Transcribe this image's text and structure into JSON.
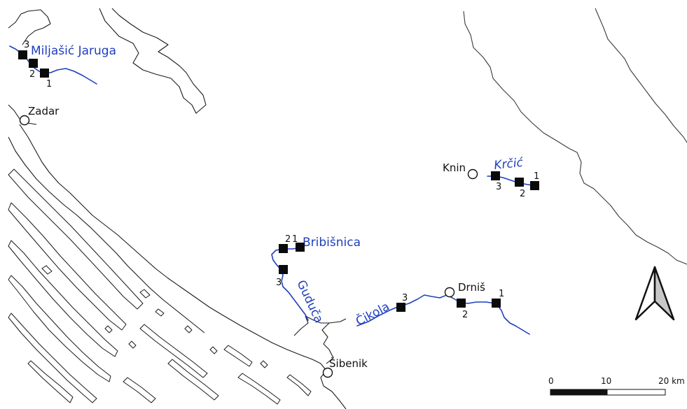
{
  "colors": {
    "river": "#1f3fbf",
    "coast": "#1a1a1a",
    "site_marker": "#0a0a0a",
    "background": "#ffffff"
  },
  "rivers": [
    {
      "id": "miljasic",
      "label": "Miljašić Jaruga",
      "sites": [
        "1",
        "2",
        "3"
      ]
    },
    {
      "id": "krcic",
      "label": "Krčić",
      "sites": [
        "1",
        "2",
        "3"
      ]
    },
    {
      "id": "bribisnica",
      "label": "Bribišnica",
      "sites": [
        "1",
        "2"
      ]
    },
    {
      "id": "guduca",
      "label": "Guduča",
      "sites": [
        "3"
      ]
    },
    {
      "id": "cikola",
      "label": "Čikola",
      "sites": [
        "1",
        "2",
        "3"
      ]
    }
  ],
  "towns": [
    {
      "id": "zadar",
      "label": "Zadar"
    },
    {
      "id": "knin",
      "label": "Knin"
    },
    {
      "id": "drnis",
      "label": "Drniš"
    },
    {
      "id": "sibenik",
      "label": "Šibenik"
    }
  ],
  "north_arrow": {
    "icon": "north-arrow-icon"
  },
  "scale_bar": {
    "ticks": [
      "0",
      "10",
      "20 km"
    ]
  }
}
